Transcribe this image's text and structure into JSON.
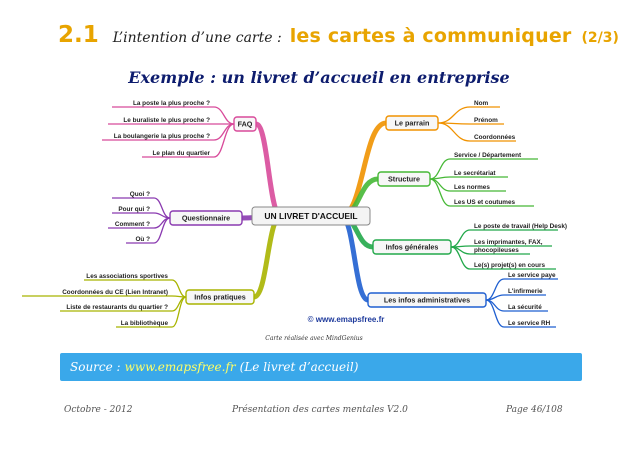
{
  "header": {
    "number": "2.1",
    "subtitle": "L’intention d’une carte :",
    "title": "les cartes à communiquer",
    "part": "(2/3)",
    "example": "Exemple : un livret d’accueil en entreprise"
  },
  "mindmap": {
    "center": "UN LIVRET D'ACCUEIL",
    "branches": [
      {
        "label": "FAQ",
        "color": "#d84a9a",
        "items": [
          "La poste la plus proche ?",
          "Le buraliste le plus proche ?",
          "La boulangerie la plus proche ?",
          "Le plan du quartier"
        ]
      },
      {
        "label": "Questionnaire",
        "color": "#8a3ab0",
        "items": [
          "Quoi ?",
          "Pour qui ?",
          "Comment ?",
          "Où ?"
        ]
      },
      {
        "label": "Infos pratiques",
        "color": "#a8b400",
        "items": [
          "Les associations sportives",
          "Coordonnées du CE (Lien Intranet)",
          "Liste de restaurants du quartier ?",
          "La bibliothèque"
        ]
      },
      {
        "label": "Le parrain",
        "color": "#f09200",
        "items": [
          "Nom",
          "Prénom",
          "Coordonnées"
        ]
      },
      {
        "label": "Structure",
        "color": "#46b836",
        "items": [
          "Service / Département",
          "Le secrétariat",
          "Les normes",
          "Les US et coutumes"
        ]
      },
      {
        "label": "Infos générales",
        "color": "#22a84a",
        "items": [
          "Le poste de travail (Help Desk)",
          "Les imprimantes, FAX,",
          "phocopileuses",
          "Le(s) projet(s) en cours"
        ]
      },
      {
        "label": "Les infos administratives",
        "color": "#1f5fd0",
        "items": [
          "Le service paye",
          "L'infirmerie",
          "La sécurité",
          "Le service RH"
        ]
      }
    ],
    "copyright": "© www.emapsfree.fr",
    "credit": "Carte réalisée avec MindGenius"
  },
  "source": {
    "prefix": "Source :",
    "link": "www.emapsfree.fr",
    "suffix": "(Le livret d’accueil)"
  },
  "footer": {
    "date": "Octobre - 2012",
    "center": "Présentation des cartes mentales V2.0",
    "page": "Page 46/108"
  }
}
